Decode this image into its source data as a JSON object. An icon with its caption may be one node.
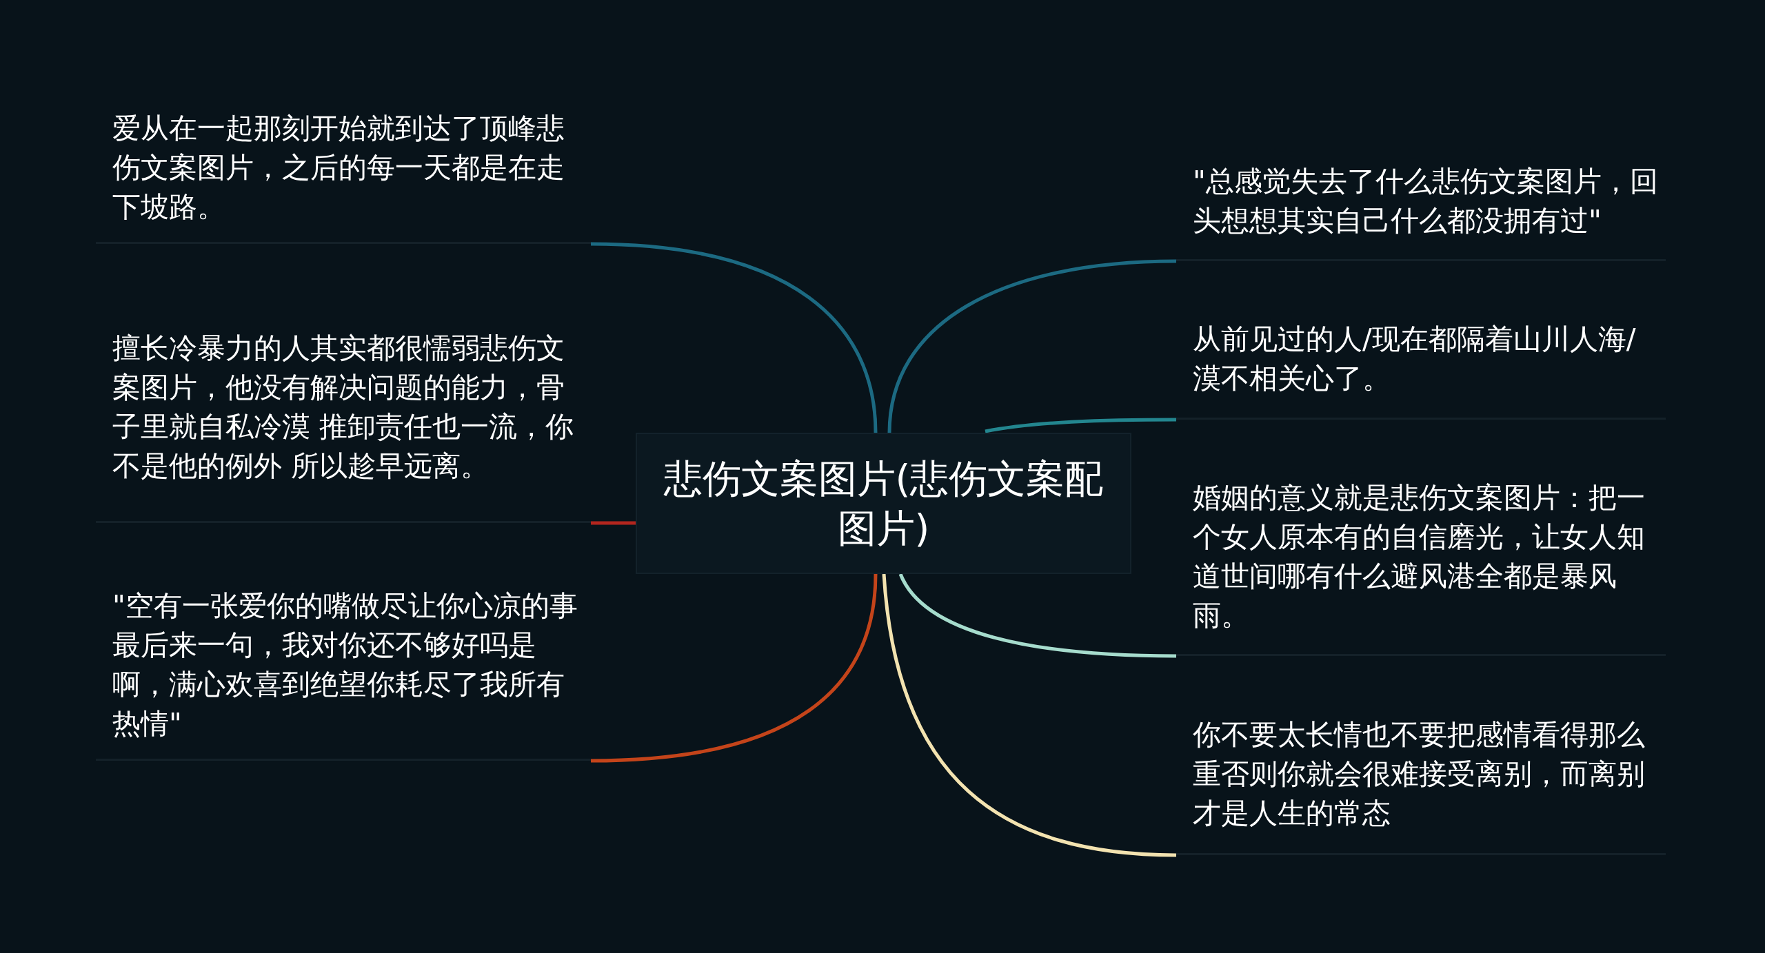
{
  "diagram": {
    "nodes": [
      {
        "text": [
          "悲伤文案图片(悲伤文案配图片)"
        ]
      },
      {
        "text": [
          "爱从在一起那刻开始就到达了顶峰悲伤文案图片，之后的每一天都是在走下坡路。"
        ]
      },
      {
        "text": [
          "擅长冷暴力的人其实都很懦弱悲伤文案图片，他没有解决问题的能力，骨子里就自私冷漠 推卸责任也一流，你不是他的例外 所以趁早远离。"
        ]
      },
      {
        "text": [
          "\"空有一张爱你的嘴做尽让你心凉的事最后来一句，我对你还不够好吗是啊，满心欢喜到绝望你耗尽了我所有热情\""
        ]
      },
      {
        "text": [
          "\"总感觉失去了什么悲伤文案图片，回头想想其实自己什么都没拥有过\""
        ]
      },
      {
        "text": [
          "从前见过的人/现在都隔着山川人海/漠不相关心了。"
        ]
      },
      {
        "text": [
          "婚姻的意义就是悲伤文案图片：把一个女人原本有的自信磨光，让女人知道世间哪有什么避风港全都是暴风雨。"
        ]
      },
      {
        "text": [
          "你不要太长情也不要把感情看得那么重否则你就会很难接受离别，而离别才是人生的常态"
        ]
      }
    ],
    "edges": [
      {
        "from": 0,
        "to": 1,
        "arrow": "none",
        "color": "#1c6a82"
      },
      {
        "from": 0,
        "to": 2,
        "arrow": "none",
        "color": "#b3261e"
      },
      {
        "from": 0,
        "to": 3,
        "arrow": "none",
        "color": "#c4441a"
      },
      {
        "from": 0,
        "to": 4,
        "arrow": "none",
        "color": "#1c6a82"
      },
      {
        "from": 0,
        "to": 5,
        "arrow": "none",
        "color": "#23868f"
      },
      {
        "from": 0,
        "to": 6,
        "arrow": "none",
        "color": "#a6dccd"
      },
      {
        "from": 0,
        "to": 7,
        "arrow": "none",
        "color": "#f3e3b0"
      }
    ]
  }
}
